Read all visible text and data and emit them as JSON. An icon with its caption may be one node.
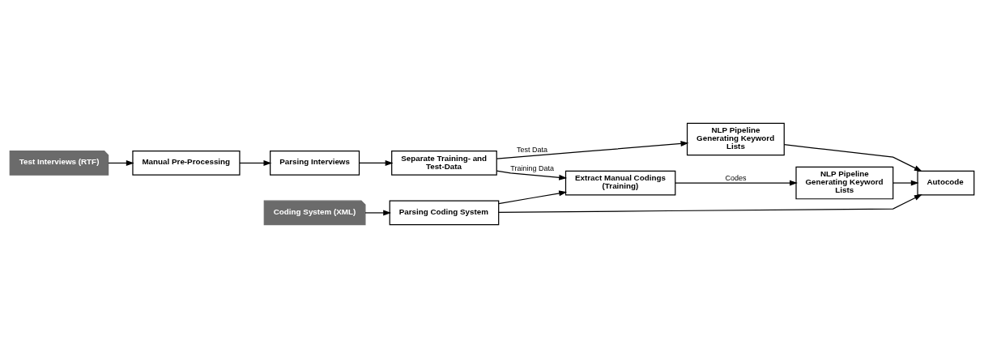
{
  "diagram": {
    "nodes": [
      {
        "text": [
          "Test Interviews (RTF)"
        ]
      },
      {
        "text": [
          "Manual Pre-Processing"
        ]
      },
      {
        "text": [
          "Parsing Interviews"
        ]
      },
      {
        "text": [
          "Separate Training- and Test-Data"
        ]
      },
      {
        "text": [
          "NLP Pipeline Generating Keyword Lists"
        ]
      },
      {
        "text": [
          "Extract Manual Codings (Training)"
        ]
      },
      {
        "text": [
          "NLP Pipeline Generating Keyword Lists"
        ]
      },
      {
        "text": [
          "Coding System (XML)"
        ]
      },
      {
        "text": [
          "Parsing Coding System"
        ]
      },
      {
        "text": [
          "Autocode"
        ]
      }
    ],
    "edges": [
      {
        "from": 0,
        "to": 1,
        "arrow": "to"
      },
      {
        "from": 1,
        "to": 2,
        "arrow": "to"
      },
      {
        "from": 2,
        "to": 3,
        "arrow": "to"
      },
      {
        "from": 3,
        "to": 4,
        "arrow": "to",
        "label": "Test Data"
      },
      {
        "from": 3,
        "to": 5,
        "arrow": "to",
        "label": "Training Data"
      },
      {
        "from": 5,
        "to": 6,
        "arrow": "to",
        "label": "Codes"
      },
      {
        "from": 8,
        "to": 5,
        "arrow": "to"
      },
      {
        "from": 7,
        "to": 8,
        "arrow": "to"
      },
      {
        "from": 4,
        "to": 9,
        "arrow": "to"
      },
      {
        "from": 6,
        "to": 9,
        "arrow": "to"
      },
      {
        "from": 8,
        "to": 9,
        "arrow": "to"
      }
    ]
  }
}
